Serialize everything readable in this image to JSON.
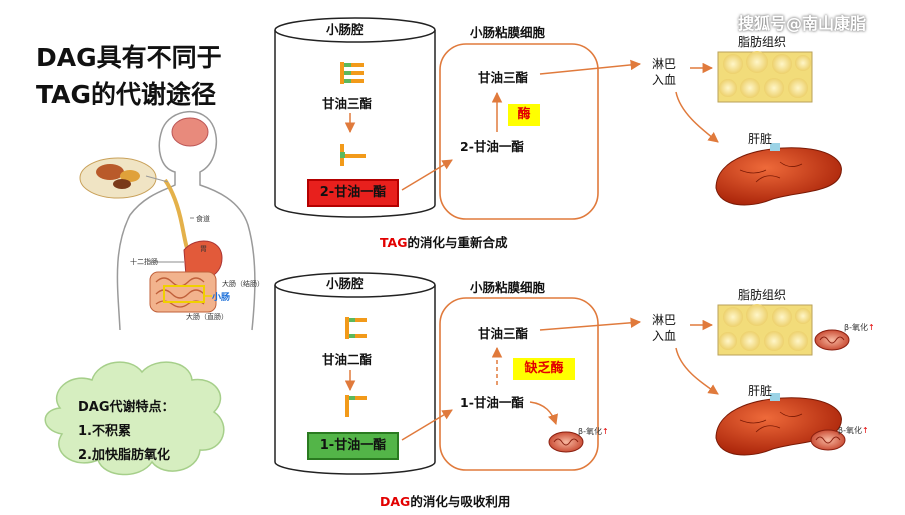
{
  "title": {
    "line1": "DAG具有不同于",
    "line2": "TAG的代谢途径"
  },
  "watermark": "搜狐号@南山康脂",
  "anatomy": {
    "esophagus": "食道",
    "stomach": "胃",
    "duodenum": "十二指肠",
    "colon": "大肠（结肠）",
    "rectum": "大肠（直肠）",
    "small_intestine": "小肠"
  },
  "features": {
    "heading": "DAG代谢特点：",
    "items": [
      "1.不积累",
      "2.加快脂肪氧化"
    ]
  },
  "tag_panel": {
    "lumen_label": "小肠腔",
    "cell_label": "小肠粘膜细胞",
    "substrate": "甘油三酯",
    "product_box": "2-甘油一酯",
    "cell_product": "2-甘油一酯",
    "cell_tg": "甘油三酯",
    "enzyme": "酶",
    "lymph": "淋巴\n入血",
    "adipose": "脂肪组织",
    "liver": "肝脏",
    "caption_hl": "TAG",
    "caption_rest": "的消化与重新合成"
  },
  "dag_panel": {
    "lumen_label": "小肠腔",
    "cell_label": "小肠粘膜细胞",
    "substrate": "甘油二酯",
    "product_box": "1-甘油一酯",
    "cell_product": "1-甘油一酯",
    "cell_tg": "甘油三酯",
    "enzyme": "缺乏酶",
    "lymph": "淋巴\n入血",
    "adipose": "脂肪组织",
    "liver": "肝脏",
    "beta_ox": "β-氧化",
    "caption_hl": "DAG",
    "caption_rest": "的消化与吸收利用"
  },
  "colors": {
    "arrow": "#e07a3c",
    "cell_border": "#e07a3c",
    "red_box": "#e8201d",
    "green_box": "#53b548",
    "enzyme_bg": "#ffff00",
    "highlight_text": "#e20000",
    "cloud": "#d6eec0",
    "liver": "#c8320f",
    "fat": "#f2dc7a"
  }
}
